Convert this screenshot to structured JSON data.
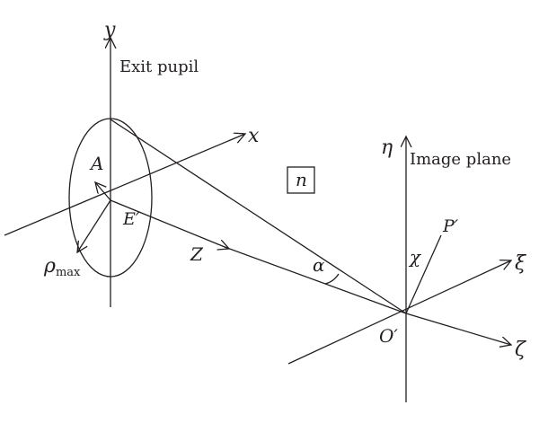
{
  "labels": {
    "y_axis": "y",
    "x_axis": "x",
    "exit_pupil": "Exit pupil",
    "aperture_point": "A",
    "exit_pupil_center": "E′",
    "rho_symbol": "ρ",
    "rho_subscript": "max",
    "optical_axis": "Z",
    "angle": "α",
    "medium_index": "n",
    "eta_axis": "η",
    "image_plane": "Image plane",
    "image_point": "P′",
    "chi": "χ",
    "xi_axis": "ξ",
    "image_origin": "O′",
    "zeta_axis": "ζ"
  },
  "colors": {
    "stroke": "#231f20",
    "background": "#ffffff"
  }
}
